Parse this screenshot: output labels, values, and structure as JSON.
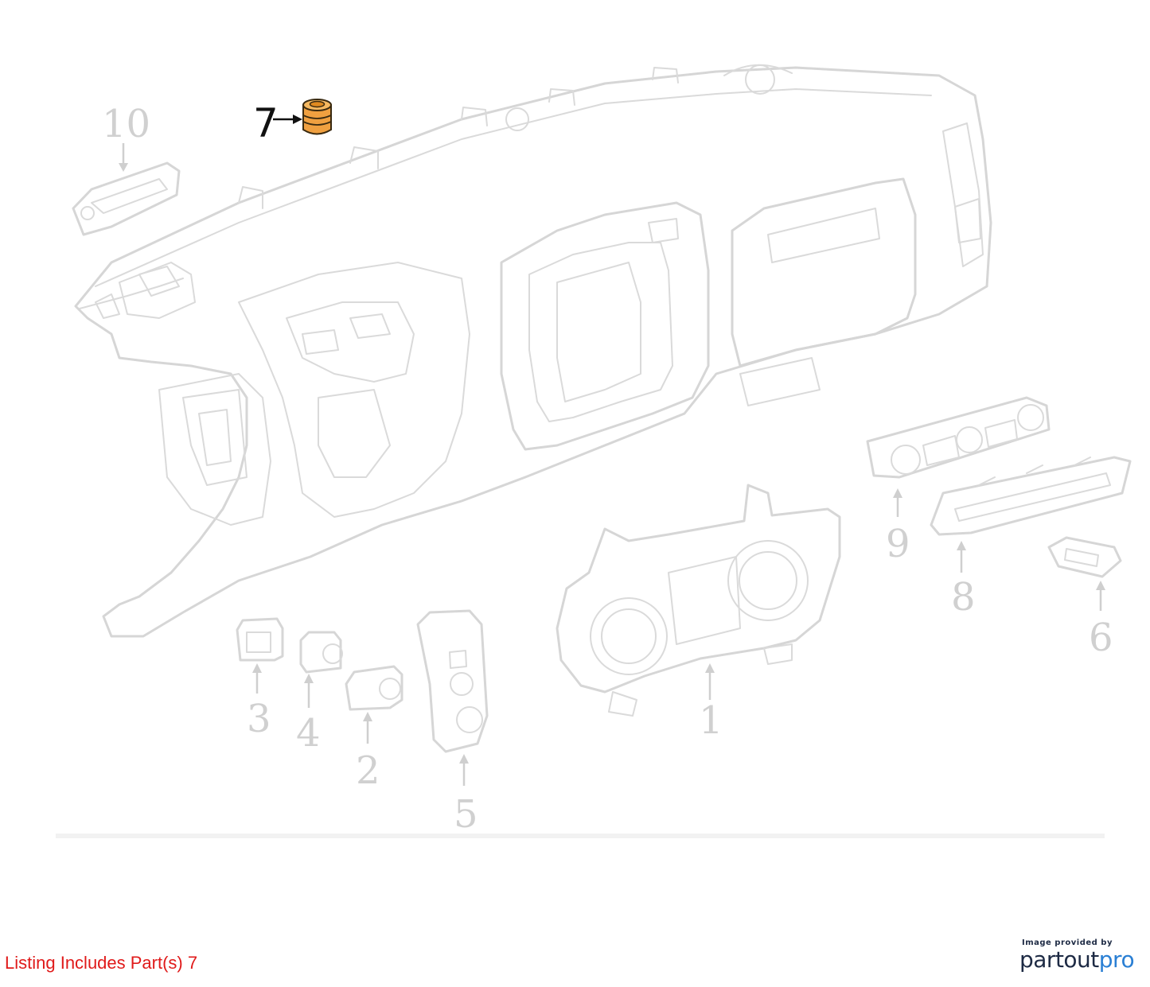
{
  "diagram": {
    "part_numbers": [
      "1",
      "2",
      "3",
      "4",
      "5",
      "6",
      "8",
      "9",
      "10"
    ],
    "highlighted_part": "7",
    "highlight_color": "#f0a040",
    "ghost_color": "#d6d6d6"
  },
  "caption": {
    "listing_text": "Listing Includes Part(s) 7",
    "color": "#e01a1a"
  },
  "credit": {
    "small_text": "Image provided by",
    "brand_part1": "partout",
    "brand_part2": "pro",
    "brand_color1": "#1d2a44",
    "brand_color2": "#2a7fd4"
  }
}
